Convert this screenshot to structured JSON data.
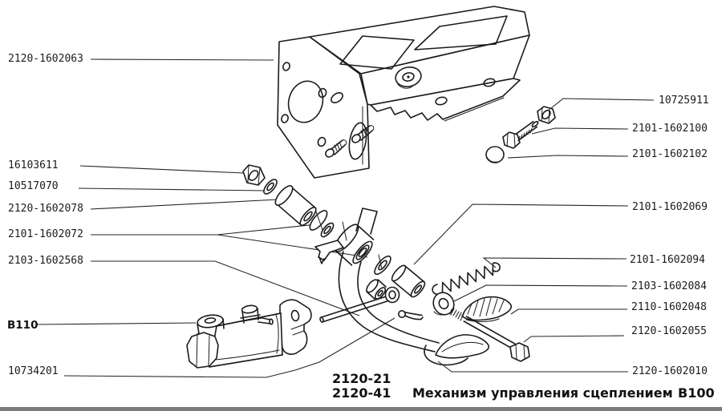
{
  "diagram": {
    "paper_color": "#ffffff",
    "ink_color": "#1b1b1b",
    "labels_left": [
      {
        "text": "2120-1602063"
      },
      {
        "text": "16103611"
      },
      {
        "text": "10517070"
      },
      {
        "text": "2120-1602078"
      },
      {
        "text": "2101-1602072"
      },
      {
        "text": "2103-1602568"
      },
      {
        "text": "B110"
      },
      {
        "text": "10734201"
      }
    ],
    "labels_right": [
      {
        "text": "10725911"
      },
      {
        "text": "2101-1602100"
      },
      {
        "text": "2101-1602102"
      },
      {
        "text": "2101-1602069"
      },
      {
        "text": "2101-1602094"
      },
      {
        "text": "2103-1602084"
      },
      {
        "text": "2110-1602048"
      },
      {
        "text": "2120-1602055"
      },
      {
        "text": "2120-1602010"
      }
    ],
    "footer": {
      "models": [
        "2120-21",
        "2120-41"
      ],
      "title": "Механизм управления сцеплением",
      "figure_code": "B100"
    }
  }
}
